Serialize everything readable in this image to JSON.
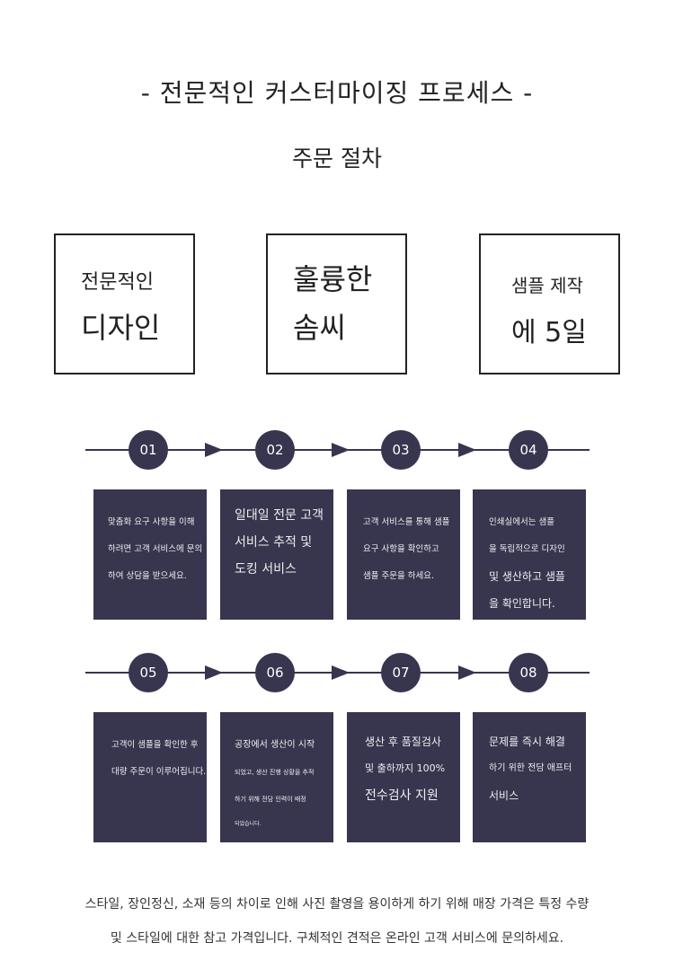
{
  "title": "- 전문적인 커스터마이징 프로세스 -",
  "subtitle": "주문 절차",
  "features": [
    {
      "line1": "전문적인",
      "line2": "디자인"
    },
    {
      "line1": "훌륭한",
      "line2": "솜씨"
    },
    {
      "line1": "샘플 제작",
      "line2": "에 5일"
    }
  ],
  "steps": [
    {
      "number": "01",
      "lines": [
        "맞춤화 요구 사항을 이해",
        "하려면 고객 서비스에 문의",
        "하여 상담을 받으세요."
      ]
    },
    {
      "number": "02",
      "lines": [
        "일대일 전문 고객",
        "서비스 추적 및",
        "도킹 서비스"
      ]
    },
    {
      "number": "03",
      "lines": [
        "고객 서비스를 통해 샘플",
        "요구 사항을 확인하고",
        "샘플 주문을 하세요."
      ]
    },
    {
      "number": "04",
      "lines": [
        "인쇄실에서는 샘플",
        "을 독립적으로 디자인",
        "및 생산하고 샘플",
        "을 확인합니다."
      ]
    },
    {
      "number": "05",
      "lines": [
        "고객이 샘플을 확인한 후",
        "대량 주문이 이루어집니다."
      ]
    },
    {
      "number": "06",
      "lines": [
        "공장에서 생산이 시작",
        "되었고, 생산 진행 상황을 추적",
        "하기 위해 전담 인력이 배정",
        "되었습니다."
      ]
    },
    {
      "number": "07",
      "lines": [
        "생산 후 품질검사",
        "및 출하까지 100%",
        "전수검사 지원"
      ]
    },
    {
      "number": "08",
      "lines": [
        "문제를 즉시 해결",
        "하기 위한 전담 애프터",
        "서비스"
      ]
    }
  ],
  "footer": [
    "스타일, 장인정신, 소재 등의 차이로 인해 사진 촬영을 용이하게 하기 위해 매장 가격은 특정 수량",
    "및 스타일에 대한 참고 가격입니다. 구체적인 견적은 온라인 고객 서비스에 문의하세요."
  ],
  "colors": {
    "accent": "#38354f"
  }
}
